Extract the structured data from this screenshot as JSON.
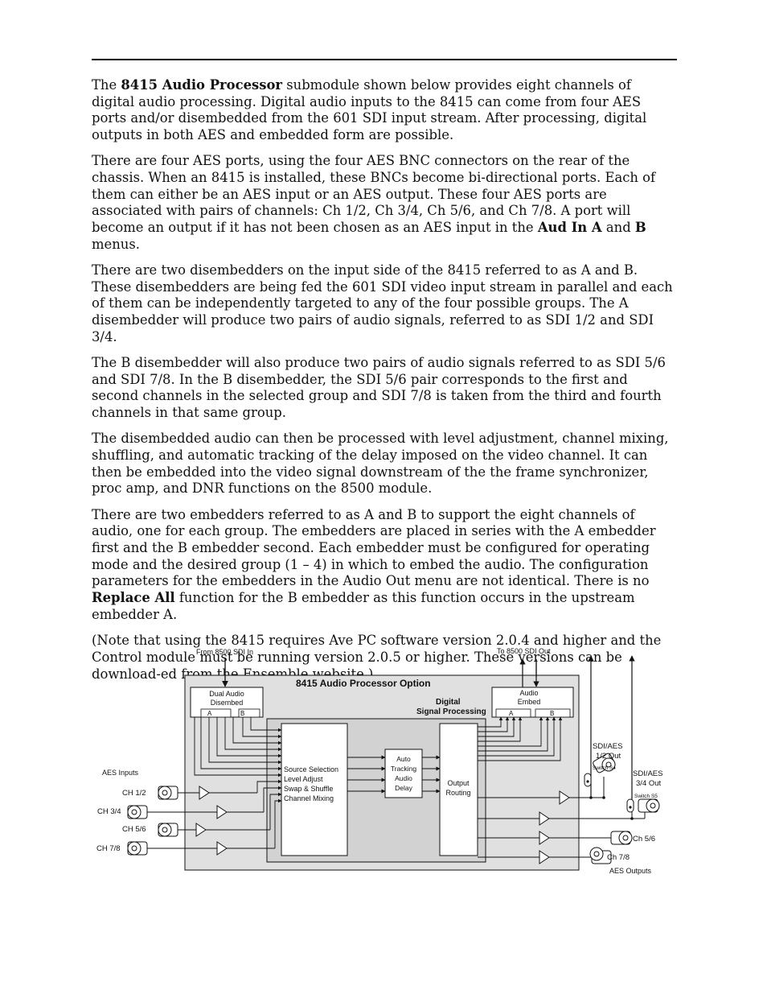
{
  "paragraphs": [
    [
      "The ",
      {
        "b": "8415 Audio Processor"
      },
      " submodule shown below provides eight channels of digital audio processing. Digital audio inputs to the 8415 can come from four AES ports and/or disembedded from the 601 SDI input stream. After processing, digital outputs in both AES and embedded form are possible."
    ],
    [
      "There are four AES ports, using the four AES BNC connectors on the rear of the chassis. When an 8415 is installed, these BNCs become bi-directional ports. Each of them can either be an AES input or an AES output. These four AES ports are associated with pairs of channels: Ch 1/2, Ch 3/4, Ch 5/6, and Ch 7/8. A port will become an output if it has not been chosen as an AES input in the ",
      {
        "b": "Aud In A"
      },
      " and ",
      {
        "b": "B"
      },
      " menus."
    ],
    [
      "There are two disembedders on the input side of the 8415 referred to as A and B. These disembedders are being fed the 601 SDI video input stream in parallel and each of them can be independently targeted to any of the four possible groups. The A disembedder will produce two pairs of audio signals, referred to as SDI 1/2 and SDI 3/4."
    ],
    [
      "The B disembedder will also produce two pairs of audio signals referred to as SDI 5/6 and SDI 7/8. In the B disembedder, the SDI 5/6 pair corresponds to the first and second channels in the selected group and SDI 7/8 is taken from the third and fourth channels in that same group."
    ],
    [
      "The disembedded audio can then be processed with level adjustment, channel mixing, shuffling, and automatic tracking of the delay imposed on the video channel. It can then be embedded into the video signal downstream of the the frame synchronizer, proc amp, and DNR functions on the 8500 module."
    ],
    [
      "There are two embedders referred to as A and B to support the eight channels of audio, one for each group. The embedders are placed in series with the A embedder first and the B embedder second. Each embedder must be configured for operating mode and the desired group (1 – 4) in which to embed the audio. The configuration parameters for the embedders in the Audio Out menu are not identical. There is no ",
      {
        "b": "Replace All"
      },
      " function for the B embedder as this function occurs in the upstream embedder A."
    ],
    [
      "(Note that using the 8415 requires Ave PC software version 2.0.4 and higher and the Control module must be running version 2.0.5 or higher. These versions can be download-ed from the Ensemble website.)"
    ]
  ],
  "diagram": {
    "from_label": "From 8500 SDI In",
    "to_label": "To 8500 SDI Out",
    "title": "8415 Audio Processor Option",
    "disembed_label": [
      "Dual Audio",
      "Disembed"
    ],
    "embed_label": [
      "Audio",
      "Embed"
    ],
    "port_a": "A",
    "port_b": "B",
    "dsp_label": [
      "Digital",
      "Signal Processing"
    ],
    "source_block": [
      "Source Selection",
      "Level Adjust",
      "Swap & Shuffle",
      "Channel Mixing"
    ],
    "delay_block": [
      "Auto",
      "Tracking",
      "Audio",
      "Delay"
    ],
    "routing_block": [
      "Output",
      "Routing"
    ],
    "aes_inputs": "AES Inputs",
    "in_channels": [
      "CH 1/2",
      "CH 3/4",
      "CH 5/6",
      "CH 7/8"
    ],
    "sdi_aes_12": [
      "SDI/AES",
      "1/2 Out"
    ],
    "switch_s4": "Switch S4",
    "sdi_aes_34": [
      "SDI/AES",
      "3/4 Out"
    ],
    "switch_s5": "Switch S5",
    "out_ch56": "Ch 5/6",
    "out_ch78": "Ch 7/8",
    "aes_outputs": "AES Outputs",
    "colors": {
      "module_fill": "#e0e0e0",
      "dsp_fill": "#d2d2d2",
      "line": "#111111"
    }
  }
}
